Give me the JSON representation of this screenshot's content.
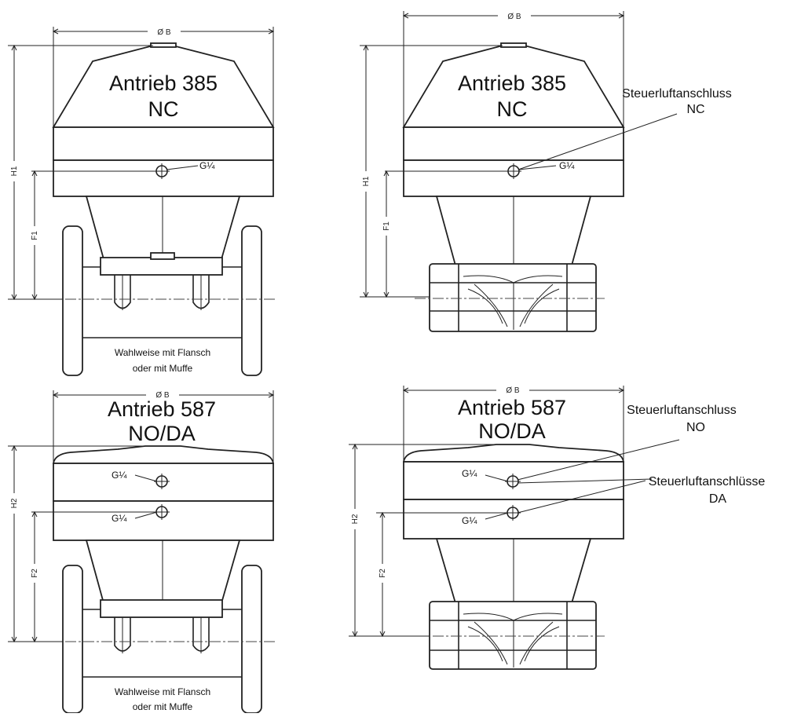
{
  "views": {
    "top_left": {
      "dim_b": "Ø B",
      "actuator_line1": "Antrieb 385",
      "actuator_line2": "NC",
      "port": "G¼",
      "dim_h": "H1",
      "dim_f": "F1",
      "note_line1": "Wahlweise mit Flansch",
      "note_line2": "oder mit Muffe"
    },
    "top_right": {
      "dim_b": "Ø B",
      "actuator_line1": "Antrieb 385",
      "actuator_line2": "NC",
      "port": "G¼",
      "dim_h": "H1",
      "dim_f": "F1",
      "callout_line1": "Steuerluftanschluss",
      "callout_line2": "NC"
    },
    "bottom_left": {
      "dim_b": "Ø B",
      "actuator_line1": "Antrieb 587",
      "actuator_line2": "NO/DA",
      "port_upper": "G¼",
      "port_lower": "G¼",
      "dim_h": "H2",
      "dim_f": "F2",
      "note_line1": "Wahlweise mit Flansch",
      "note_line2": "oder mit Muffe"
    },
    "bottom_right": {
      "dim_b": "Ø B",
      "actuator_line1": "Antrieb 587",
      "actuator_line2": "NO/DA",
      "port_upper": "G¼",
      "port_lower": "G¼",
      "dim_h": "H2",
      "dim_f": "F2",
      "callout_no_line1": "Steuerluftanschluss",
      "callout_no_line2": "NO",
      "callout_da_line1": "Steuerluftanschlüsse",
      "callout_da_line2": "DA"
    }
  }
}
